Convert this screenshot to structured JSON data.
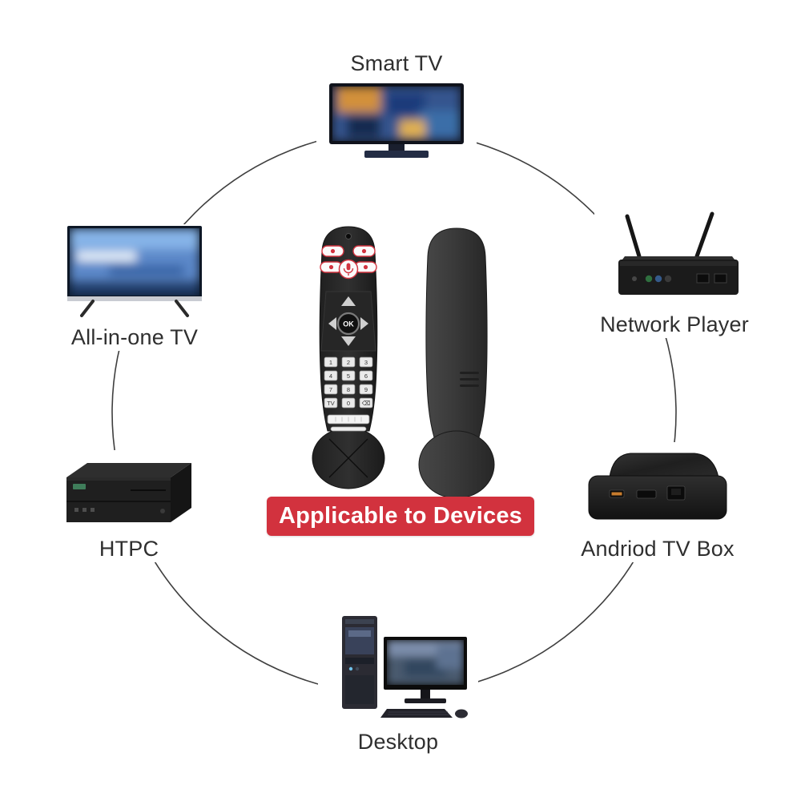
{
  "banner": {
    "text": "Applicable to Devices",
    "bg": "#d2323e",
    "fg": "#ffffff"
  },
  "devices": [
    {
      "id": "smart-tv",
      "label": "Smart TV"
    },
    {
      "id": "network-player",
      "label": "Network Player"
    },
    {
      "id": "android-tv-box",
      "label": "Andriod TV Box"
    },
    {
      "id": "desktop",
      "label": "Desktop"
    },
    {
      "id": "htpc",
      "label": "HTPC"
    },
    {
      "id": "all-in-one-tv",
      "label": "All-in-one TV"
    }
  ],
  "remote": {
    "ok": "OK",
    "keys": [
      "1",
      "2",
      "3",
      "4",
      "5",
      "6",
      "7",
      "8",
      "9",
      "TV",
      "0",
      "⌫"
    ],
    "accent_color": "#d23440",
    "body_color": "#2b2b2b"
  }
}
